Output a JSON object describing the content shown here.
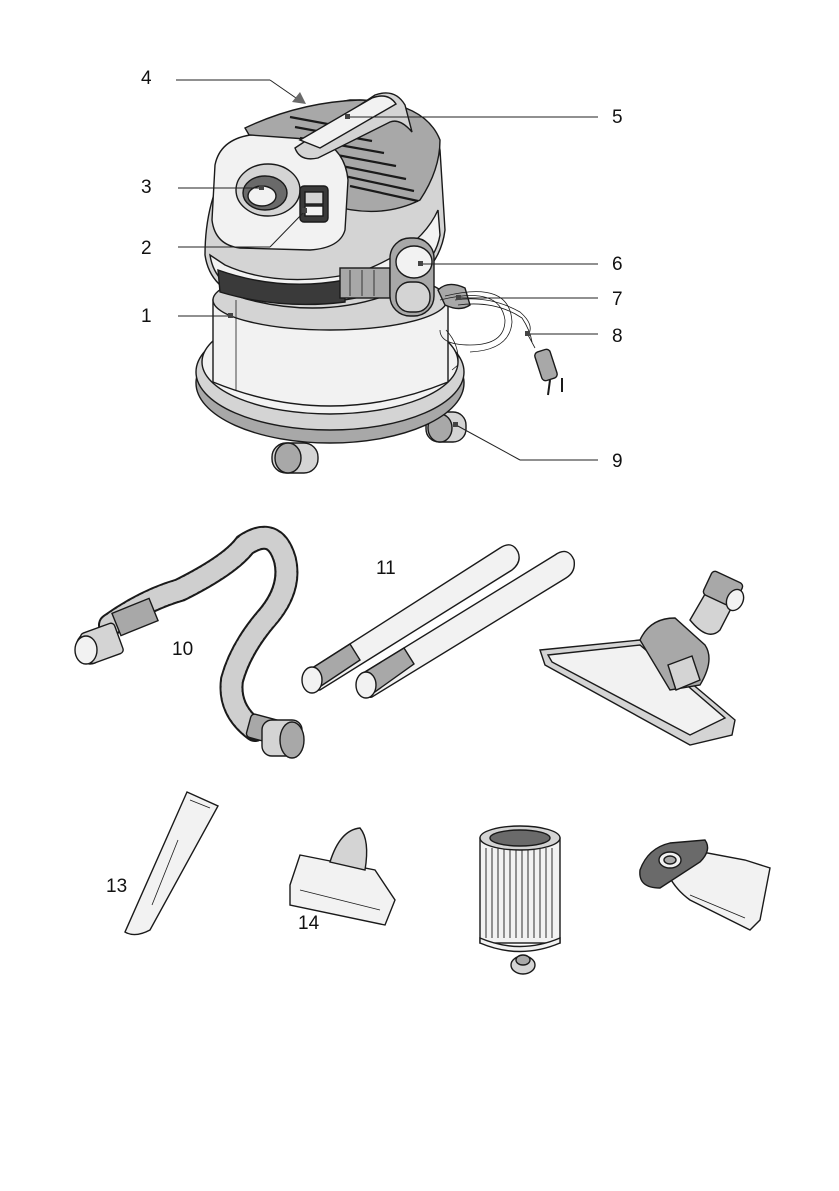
{
  "labels": {
    "l1": "1",
    "l2": "2",
    "l3": "3",
    "l4": "4",
    "l5": "5",
    "l6": "6",
    "l7": "7",
    "l8": "8",
    "l9": "9",
    "l10": "10",
    "l11": "11",
    "l13": "13",
    "l14": "14"
  },
  "colors": {
    "outline": "#1a1a1a",
    "light_grey": "#d4d4d4",
    "mid_grey": "#a8a8a8",
    "dark_grey": "#3a3a3a"
  }
}
